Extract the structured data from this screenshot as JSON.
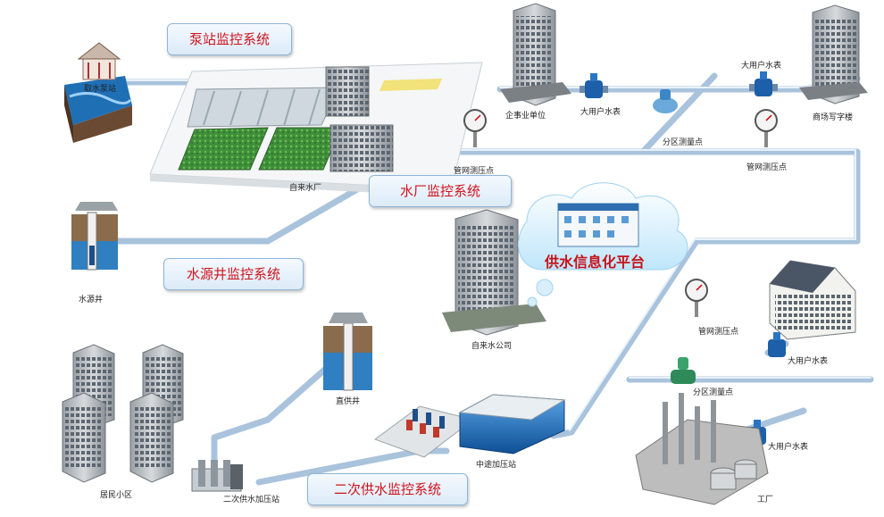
{
  "callouts": {
    "pump": "泵站监控系统",
    "plant": "水厂监控系统",
    "wells": "水源井监控系统",
    "secondary": "二次供水监控系统"
  },
  "platform": "供水信息化平台",
  "labels": {
    "intake_pump": "取水泵站",
    "water_plant": "自来水厂",
    "source_well": "水源井",
    "enterprise": "企事业单位",
    "big_meter_1": "大用户水表",
    "big_meter_2": "大用户水表",
    "big_meter_3": "大用户水表",
    "big_meter_4": "大用户水表",
    "zone_point_1": "分区测量点",
    "zone_point_2": "分区测量点",
    "mall_office": "商场写字楼",
    "pressure_1": "管网测压点",
    "pressure_2": "管网测压点",
    "pressure_3": "管网测压点",
    "water_company": "自来水公司",
    "direct_well": "直供井",
    "residential": "居民小区",
    "secondary_station": "二次供水加压站",
    "booster_station": "中途加压站",
    "factory": "工厂"
  },
  "colors": {
    "pipe": "#b9cfe4",
    "callout_text": "#d0121b",
    "water": "#1e6fb8",
    "grass": "#3f8f3a"
  }
}
